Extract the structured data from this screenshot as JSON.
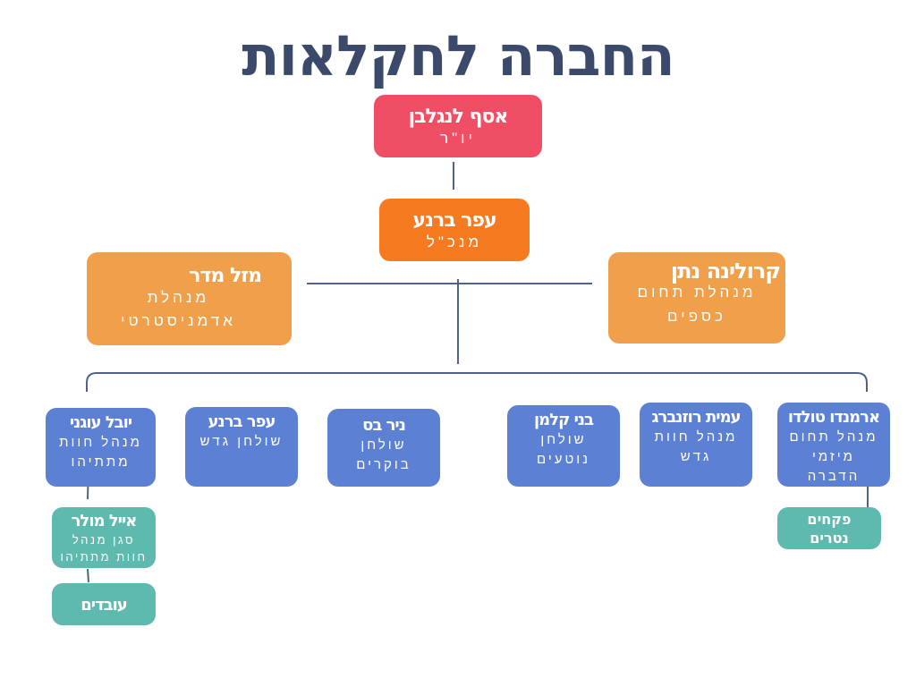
{
  "title": "החברה לחקלאות",
  "colors": {
    "title": "#3b4a6b",
    "connector": "#4f6287",
    "chair": "#f04e64",
    "ceo": "#f57a20",
    "managers": "#f0a04a",
    "departments": "#5b80d4",
    "staff": "#5eb9ae"
  },
  "org": {
    "chair": {
      "name": "אסף לנגלבן",
      "role": "יו\"ר"
    },
    "ceo": {
      "name": "עפר ברנע",
      "role": "מנכ\"ל"
    },
    "admin": {
      "name": "מזל מדר",
      "role_line1": "מנהלת",
      "role_line2": "אדמניסטרטי"
    },
    "finance": {
      "name": "קרולינה נתן",
      "role_line1": "מנהלת תחום",
      "role_line2": "כספים"
    },
    "departments": [
      {
        "name": "יובל עוגני",
        "role_line1": "מנהל חוות",
        "role_line2": "מתתיהו"
      },
      {
        "name": "עפר ברנע",
        "role_line1": "שולחן גדש",
        "role_line2": ""
      },
      {
        "name": "ניר בס",
        "role_line1": "שולחן",
        "role_line2": "בוקרים"
      },
      {
        "name": "בני קלמן",
        "role_line1": "שולחן",
        "role_line2": "נוטעים"
      },
      {
        "name": "עמית רוזנברג",
        "role_line1": "מנהל חוות",
        "role_line2": "גדש"
      },
      {
        "name": "ארמנדו טולדו",
        "role_line1": "מנהל תחום",
        "role_line2": "מיזמי",
        "role_line3": "הדברה"
      }
    ],
    "deputy": {
      "name": "אייל מולר",
      "role_line1": "סגן מנהל",
      "role_line2": "חוות מתתיהו"
    },
    "workers": {
      "name": "עובדים"
    },
    "inspectors": {
      "name_line1": "פקחים",
      "name_line2": "נטרים"
    }
  }
}
